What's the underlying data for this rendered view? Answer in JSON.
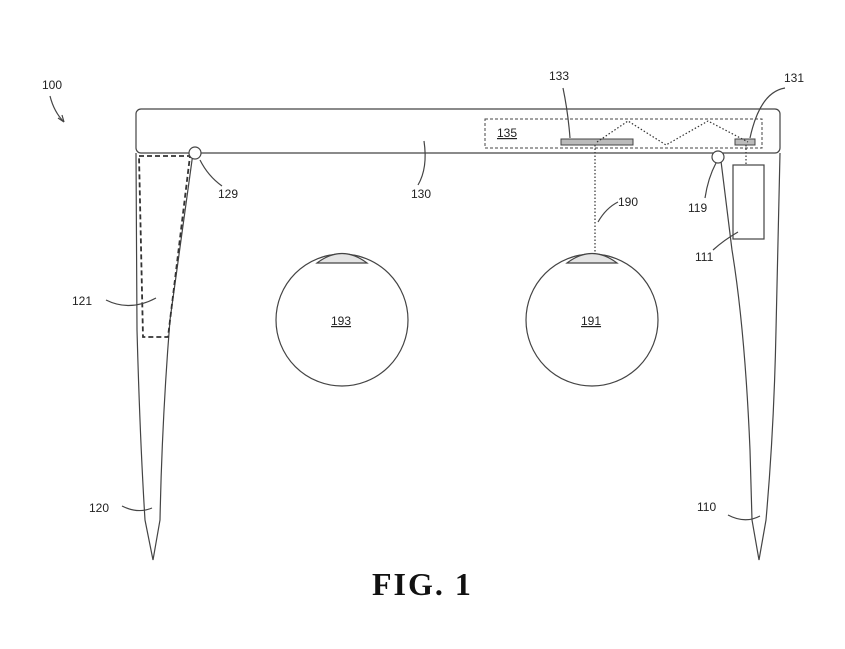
{
  "figure": {
    "caption": "FIG. 1",
    "ref_device": "100",
    "ref_temple_right": "110",
    "ref_component_111": "111",
    "ref_hinge_right": "119",
    "ref_temple_left": "120",
    "ref_component_121": "121",
    "ref_hinge_left": "129",
    "ref_frame_front": "130",
    "ref_component_131": "131",
    "ref_component_133": "133",
    "ref_module_135": "135",
    "ref_beam_190": "190",
    "ref_eye_191": "191",
    "ref_eye_193": "193"
  }
}
